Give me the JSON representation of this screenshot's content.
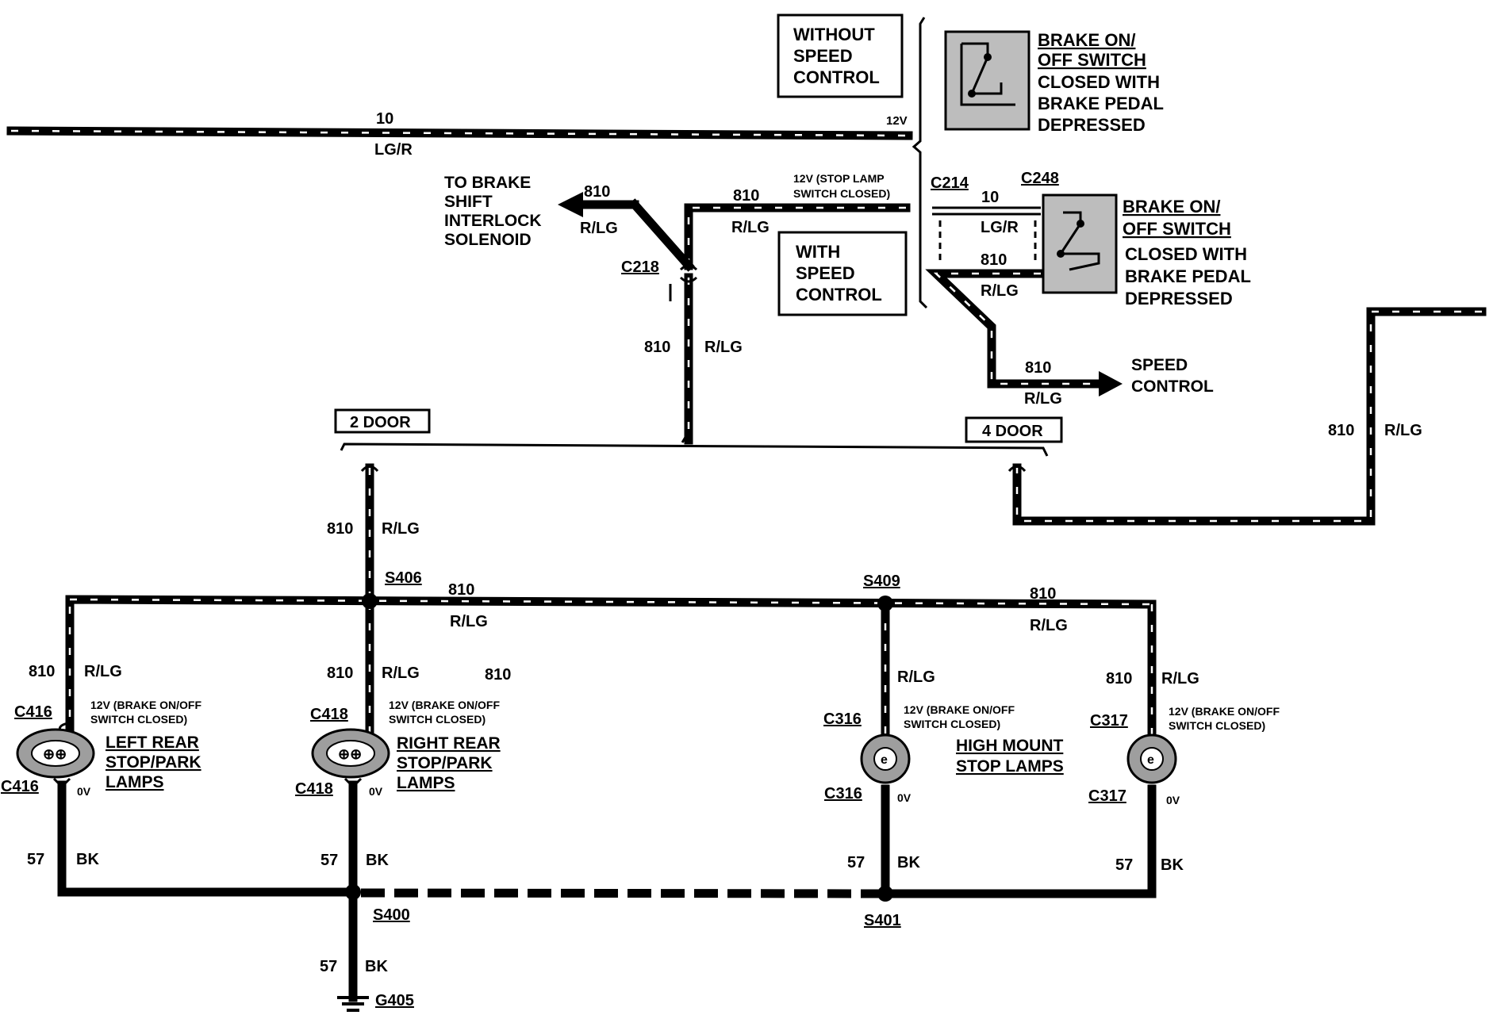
{
  "wires": {
    "w10": "10",
    "lg_r": "LG/R",
    "w810": "810",
    "r_lg": "R/LG",
    "w57": "57",
    "bk": "BK"
  },
  "voltages": {
    "v12": "12V",
    "stop_lamp_1": "12V (STOP LAMP",
    "stop_lamp_2": "SWITCH CLOSED)",
    "brake_closed_1": "12V (BRAKE ON/OFF",
    "brake_closed_2": "SWITCH CLOSED)",
    "v0": "0V"
  },
  "boxes": {
    "without_1": "WITHOUT",
    "without_2": "SPEED",
    "without_3": "CONTROL",
    "with_1": "WITH",
    "with_2": "SPEED",
    "with_3": "CONTROL",
    "two_door": "2 DOOR",
    "four_door": "4 DOOR"
  },
  "switches": {
    "title_1": "BRAKE ON/",
    "title_2": "OFF SWITCH",
    "desc_1": "CLOSED WITH",
    "desc_2": "BRAKE PEDAL",
    "desc_3": "DEPRESSED"
  },
  "destinations": {
    "interlock_1": "TO BRAKE",
    "interlock_2": "SHIFT",
    "interlock_3": "INTERLOCK",
    "interlock_4": "SOLENOID",
    "speed_1": "SPEED",
    "speed_2": "CONTROL"
  },
  "connectors": {
    "c214": "C214",
    "c248": "C248",
    "c218": "C218",
    "c416": "C416",
    "c418": "C418",
    "c316": "C316",
    "c317": "C317"
  },
  "splices": {
    "s406": "S406",
    "s409": "S409",
    "s400": "S400",
    "s401": "S401"
  },
  "ground": {
    "g405": "G405"
  },
  "lamps": {
    "left_1": "LEFT REAR",
    "left_2": "STOP/PARK",
    "left_3": "LAMPS",
    "right_1": "RIGHT REAR",
    "right_2": "STOP/PARK",
    "right_3": "LAMPS",
    "high_1": "HIGH MOUNT",
    "high_2": "STOP LAMPS"
  }
}
